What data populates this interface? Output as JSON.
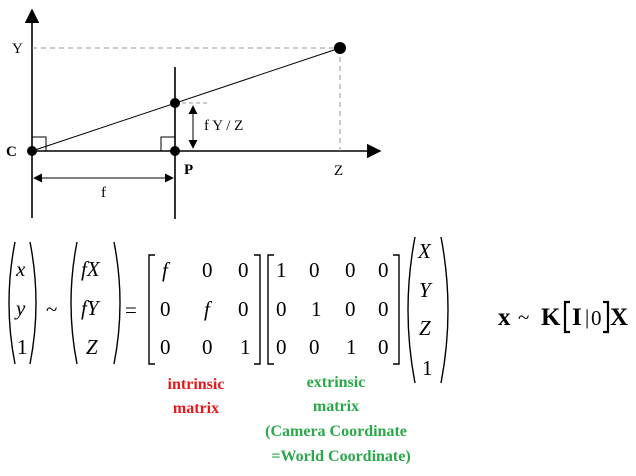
{
  "diagram": {
    "axis_y_label": "Y",
    "axis_z_label": "Z",
    "origin_label": "C",
    "principal_point_label": "P",
    "focal_label": "f",
    "projection_label": "f Y / Z"
  },
  "equation": {
    "vec_x": [
      "x",
      "y",
      "1"
    ],
    "tilde": "~",
    "equals": "=",
    "vec_fx": [
      "fX",
      "fY",
      "Z"
    ],
    "K_matrix": [
      [
        "f",
        "0",
        "0"
      ],
      [
        "0",
        "f",
        "0"
      ],
      [
        "0",
        "0",
        "1"
      ]
    ],
    "E_matrix": [
      [
        "1",
        "0",
        "0",
        "0"
      ],
      [
        "0",
        "1",
        "0",
        "0"
      ],
      [
        "0",
        "0",
        "1",
        "0"
      ]
    ],
    "vec_X": [
      "X",
      "Y",
      "Z",
      "1"
    ],
    "compact": {
      "x": "x",
      "tilde": "~",
      "K": "K",
      "I": "I",
      "bar": "|",
      "zero": "0",
      "X": "X"
    }
  },
  "annotations": {
    "intrinsic": [
      "intrinsic",
      "matrix"
    ],
    "extrinsic": [
      "extrinsic",
      "matrix",
      "(Camera Coordinate",
      "=World Coordinate)"
    ]
  },
  "colors": {
    "intrinsic": "#e8191c",
    "extrinsic": "#2aa84a"
  }
}
